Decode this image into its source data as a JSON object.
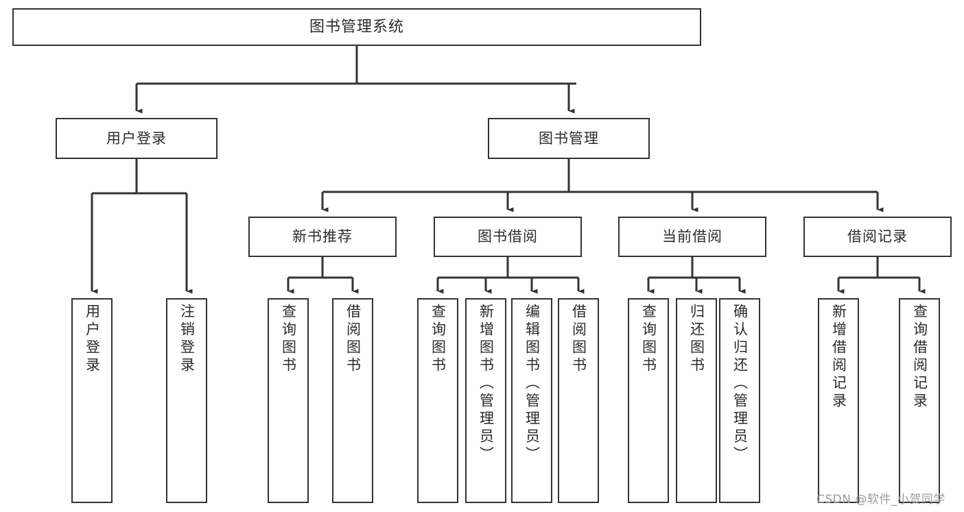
{
  "diagram": {
    "title": "图书管理系统",
    "type": "tree",
    "watermark": "CSDN @软件_小贺同学",
    "colors": {
      "box_border": "#333333",
      "box_fill": "#ffffff",
      "text": "#2b2b2b",
      "edge": "#333333",
      "watermark": "#9a9a9a",
      "background": "#ffffff"
    },
    "root": {
      "label": "图书管理系统"
    },
    "level2": [
      {
        "label": "用户登录"
      },
      {
        "label": "图书管理"
      }
    ],
    "level3": [
      {
        "label": "新书推荐"
      },
      {
        "label": "图书借阅"
      },
      {
        "label": "当前借阅"
      },
      {
        "label": "借阅记录"
      }
    ],
    "leaves": {
      "user_login": [
        {
          "label": "用户登录"
        },
        {
          "label": "注销登录"
        }
      ],
      "new_book_recommend": [
        {
          "label": "查询图书"
        },
        {
          "label": "借阅图书"
        }
      ],
      "book_borrow": [
        {
          "label": "查询图书"
        },
        {
          "label": "新增图书（管理员）"
        },
        {
          "label": "编辑图书（管理员）"
        },
        {
          "label": "借阅图书"
        }
      ],
      "current_borrow": [
        {
          "label": "查询图书"
        },
        {
          "label": "归还图书"
        },
        {
          "label": "确认归还（管理员）"
        }
      ],
      "borrow_record": [
        {
          "label": "新增借阅记录"
        },
        {
          "label": "查询借阅记录"
        }
      ]
    }
  }
}
